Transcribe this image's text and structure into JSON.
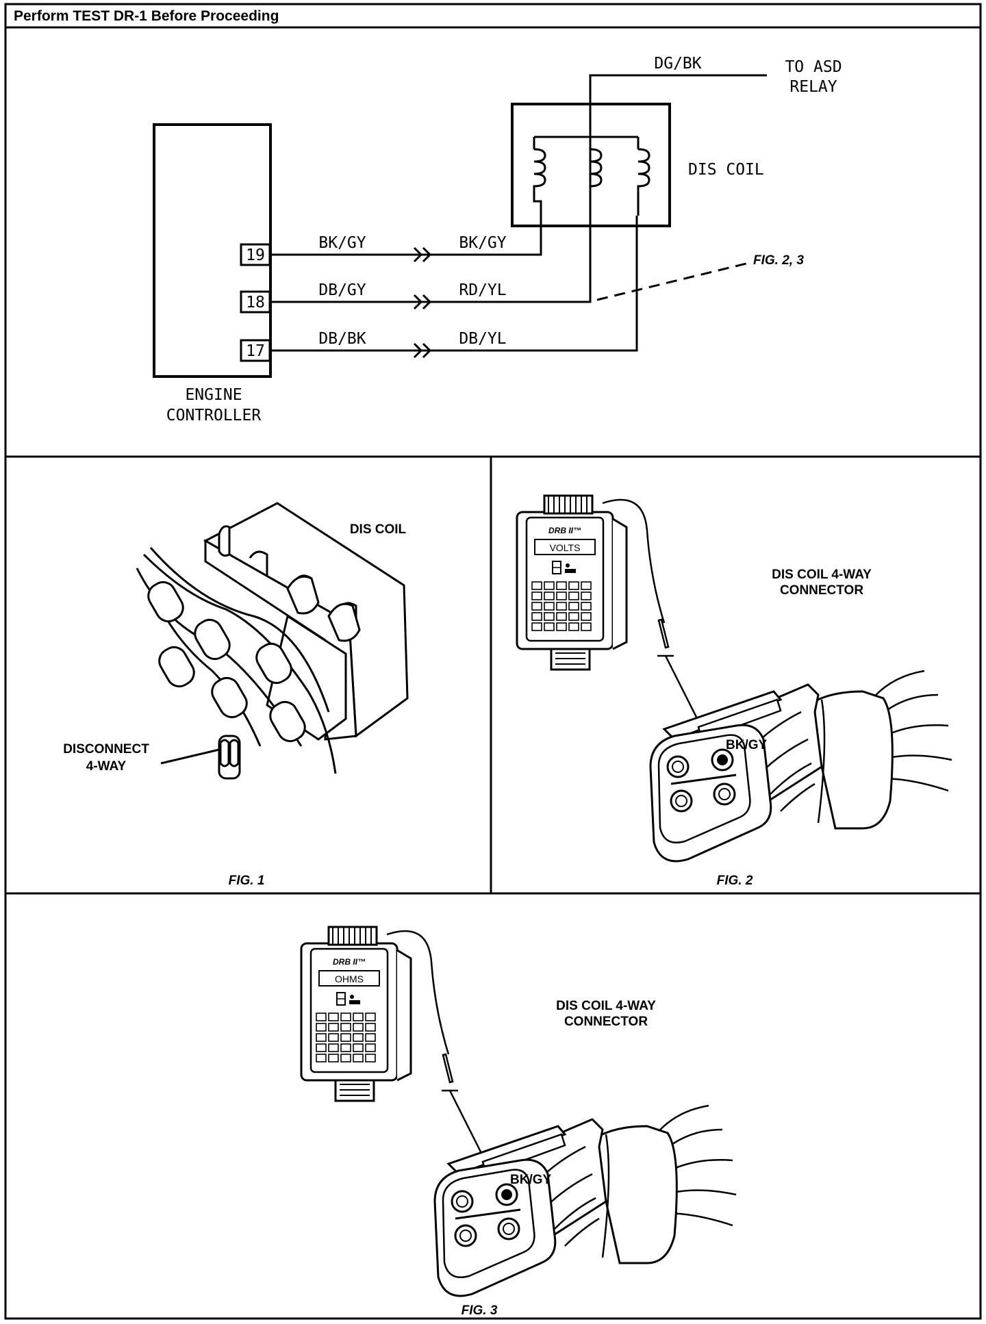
{
  "header": {
    "title": "Perform TEST DR-1 Before Proceeding"
  },
  "schematic": {
    "controller_label_line1": "ENGINE",
    "controller_label_line2": "CONTROLLER",
    "pins": [
      "19",
      "18",
      "17"
    ],
    "controller_wires": [
      "BK/GY",
      "DB/GY",
      "DB/BK"
    ],
    "coil_wires": [
      "BK/GY",
      "RD/YL",
      "DB/YL"
    ],
    "top_wire": "DG/BK",
    "asd_line1": "TO ASD",
    "asd_line2": "RELAY",
    "coil_label": "DIS COIL",
    "fig_ref": "FIG. 2, 3"
  },
  "fig1": {
    "coil_label": "DIS COIL",
    "disconnect_line1": "DISCONNECT",
    "disconnect_line2": "4-WAY",
    "caption": "FIG. 1"
  },
  "fig2": {
    "tester_brand": "DRB II™",
    "tester_mode": "VOLTS",
    "connector_line1": "DIS COIL 4-WAY",
    "connector_line2": "CONNECTOR",
    "pin_label": "BK/GY",
    "caption": "FIG. 2"
  },
  "fig3": {
    "tester_brand": "DRB II™",
    "tester_mode": "OHMS",
    "connector_line1": "DIS COIL 4-WAY",
    "connector_line2": "CONNECTOR",
    "pin_label": "BK/GY",
    "caption": "FIG. 3"
  }
}
